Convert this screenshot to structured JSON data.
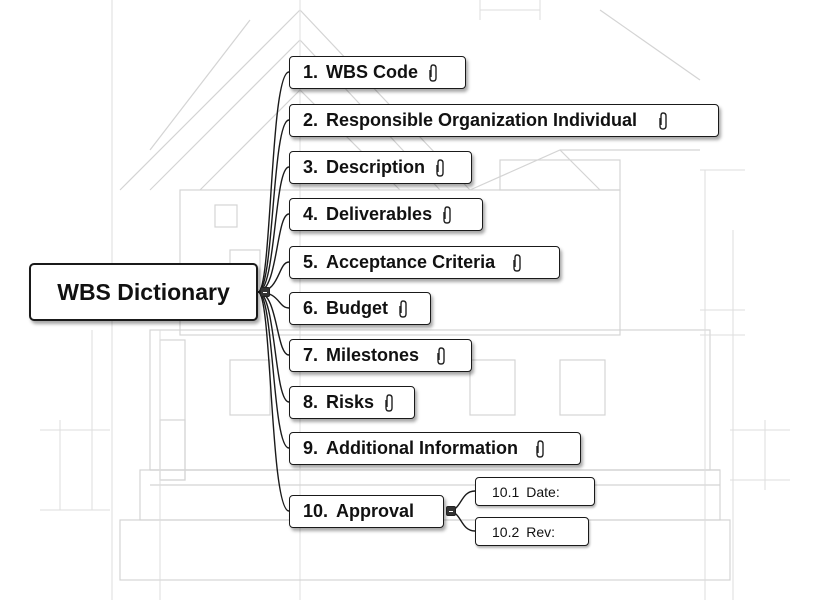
{
  "map": {
    "root": {
      "title": "WBS Dictionary"
    },
    "topics": [
      {
        "number": "1.",
        "label": "WBS Code",
        "attachment_icon": "paperclip-icon"
      },
      {
        "number": "2.",
        "label": "Responsible Organization Individual",
        "attachment_icon": "paperclip-icon"
      },
      {
        "number": "3.",
        "label": "Description",
        "attachment_icon": "paperclip-icon"
      },
      {
        "number": "4.",
        "label": "Deliverables",
        "attachment_icon": "paperclip-icon"
      },
      {
        "number": "5.",
        "label": "Acceptance Criteria",
        "attachment_icon": "paperclip-icon"
      },
      {
        "number": "6.",
        "label": "Budget",
        "attachment_icon": "paperclip-icon"
      },
      {
        "number": "7.",
        "label": "Milestones",
        "attachment_icon": "paperclip-icon"
      },
      {
        "number": "8.",
        "label": "Risks",
        "attachment_icon": "paperclip-icon"
      },
      {
        "number": "9.",
        "label": "Additional Information",
        "attachment_icon": "paperclip-icon"
      },
      {
        "number": "10.",
        "label": "Approval"
      }
    ],
    "approval_subtopics": [
      {
        "number": "10.1",
        "label": "Date:"
      },
      {
        "number": "10.2",
        "label": "Rev:"
      }
    ]
  },
  "colors": {
    "node_border": "#1a1a1a",
    "connector": "#1a1a1a",
    "blueprint_lines": "#d6d6d6"
  }
}
